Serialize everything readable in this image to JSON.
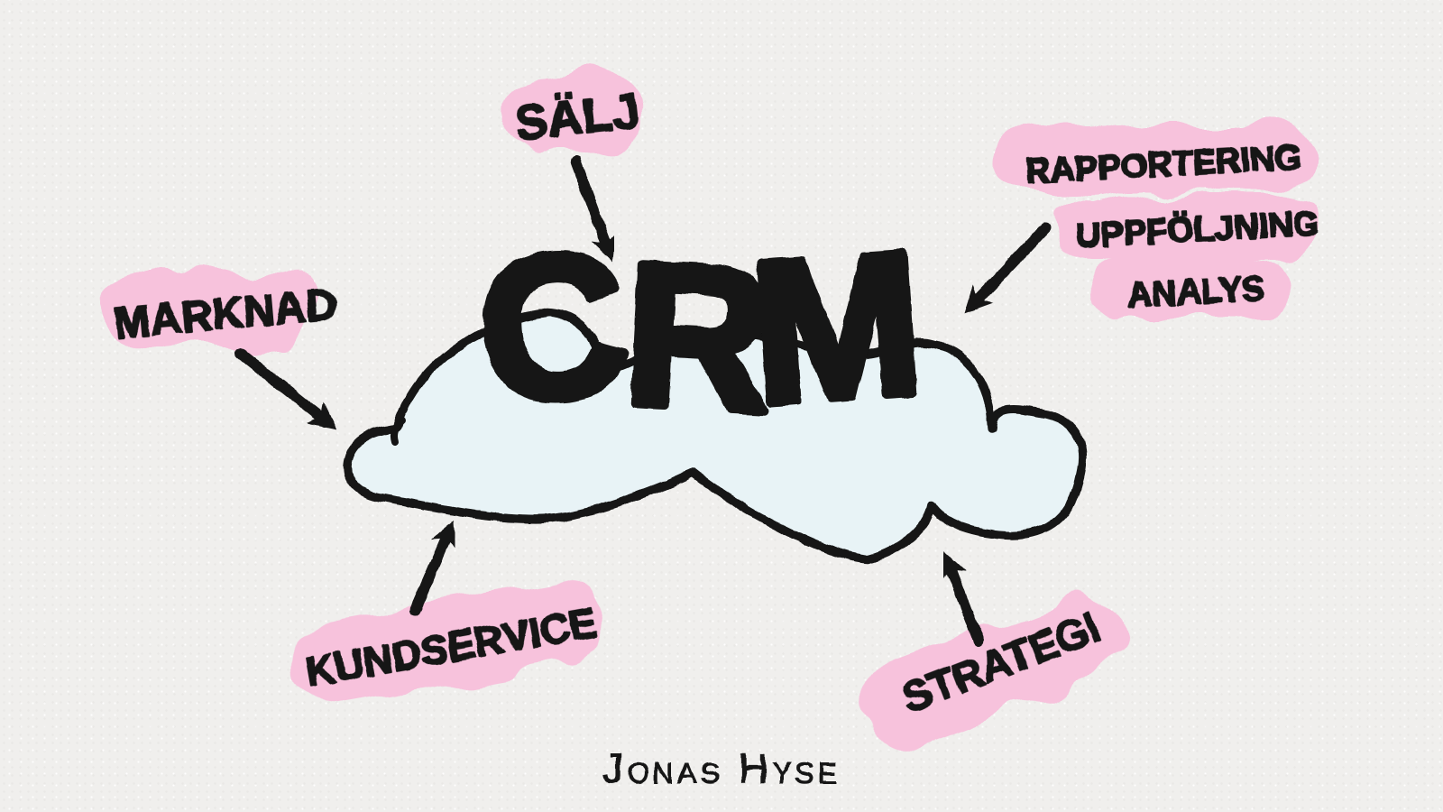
{
  "diagram": {
    "center_label": "CRM",
    "signature": "Jonas Hyse",
    "nodes": [
      {
        "id": "salj",
        "label": "SÄLJ"
      },
      {
        "id": "marknad",
        "label": "MARKNAD"
      },
      {
        "id": "kundservice",
        "label": "KUNDSERVICE"
      },
      {
        "id": "strategi",
        "label": "STRATEGI"
      },
      {
        "id": "rapportering",
        "lines": [
          "RAPPORTERING",
          "UPPFÖLJNING",
          "ANALYS"
        ]
      }
    ],
    "colors": {
      "paper": "#f0efed",
      "highlight_pink": "#f7c2dc",
      "cloud_fill": "#e8f3f6",
      "ink": "#141414"
    }
  }
}
